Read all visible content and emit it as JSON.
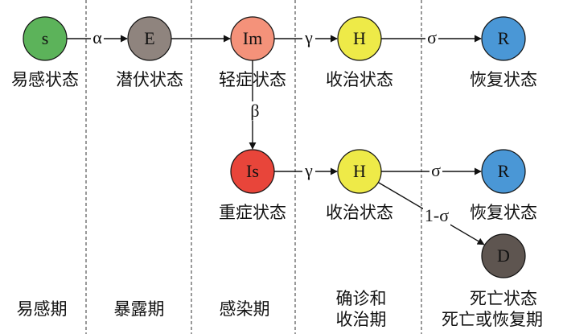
{
  "nodes": [
    {
      "id": "s1",
      "letter": "s",
      "label": "易感状态",
      "color": "#5cb35a"
    },
    {
      "id": "e1",
      "letter": "E",
      "label": "潜伏状态",
      "color": "#8f847e"
    },
    {
      "id": "im1",
      "letter": "Im",
      "label": "轻症状态",
      "color": "#f4927a"
    },
    {
      "id": "h1",
      "letter": "H",
      "label": "收治状态",
      "color": "#eeea48"
    },
    {
      "id": "r1",
      "letter": "R",
      "label": "恢复状态",
      "color": "#4a97d6"
    },
    {
      "id": "is1",
      "letter": "Is",
      "label": "重症状态",
      "color": "#e8453a"
    },
    {
      "id": "h2",
      "letter": "H",
      "label": "收治状态",
      "color": "#eeea48"
    },
    {
      "id": "r2",
      "letter": "R",
      "label": "恢复状态",
      "color": "#4a97d6"
    },
    {
      "id": "d1",
      "letter": "D",
      "label": "死亡状态",
      "color": "#5e5550"
    }
  ],
  "edges": [
    {
      "from": "s1",
      "to": "e1",
      "label": "α"
    },
    {
      "from": "e1",
      "to": "im1",
      "label": ""
    },
    {
      "from": "im1",
      "to": "h1",
      "label": "γ"
    },
    {
      "from": "h1",
      "to": "r1",
      "label": "σ"
    },
    {
      "from": "im1",
      "to": "is1",
      "label": "β"
    },
    {
      "from": "is1",
      "to": "h2",
      "label": "γ"
    },
    {
      "from": "h2",
      "to": "r2",
      "label": "σ"
    },
    {
      "from": "h2",
      "to": "d1",
      "label": "1-σ"
    }
  ],
  "stages": [
    {
      "id": "stage-susceptible",
      "lines": [
        "易感期"
      ]
    },
    {
      "id": "stage-exposure",
      "lines": [
        "暴露期"
      ]
    },
    {
      "id": "stage-infection",
      "lines": [
        "感染期"
      ]
    },
    {
      "id": "stage-treatment",
      "lines": [
        "确诊和",
        "收治期"
      ]
    },
    {
      "id": "stage-outcome",
      "lines": [
        "死亡或恢复期"
      ]
    }
  ]
}
